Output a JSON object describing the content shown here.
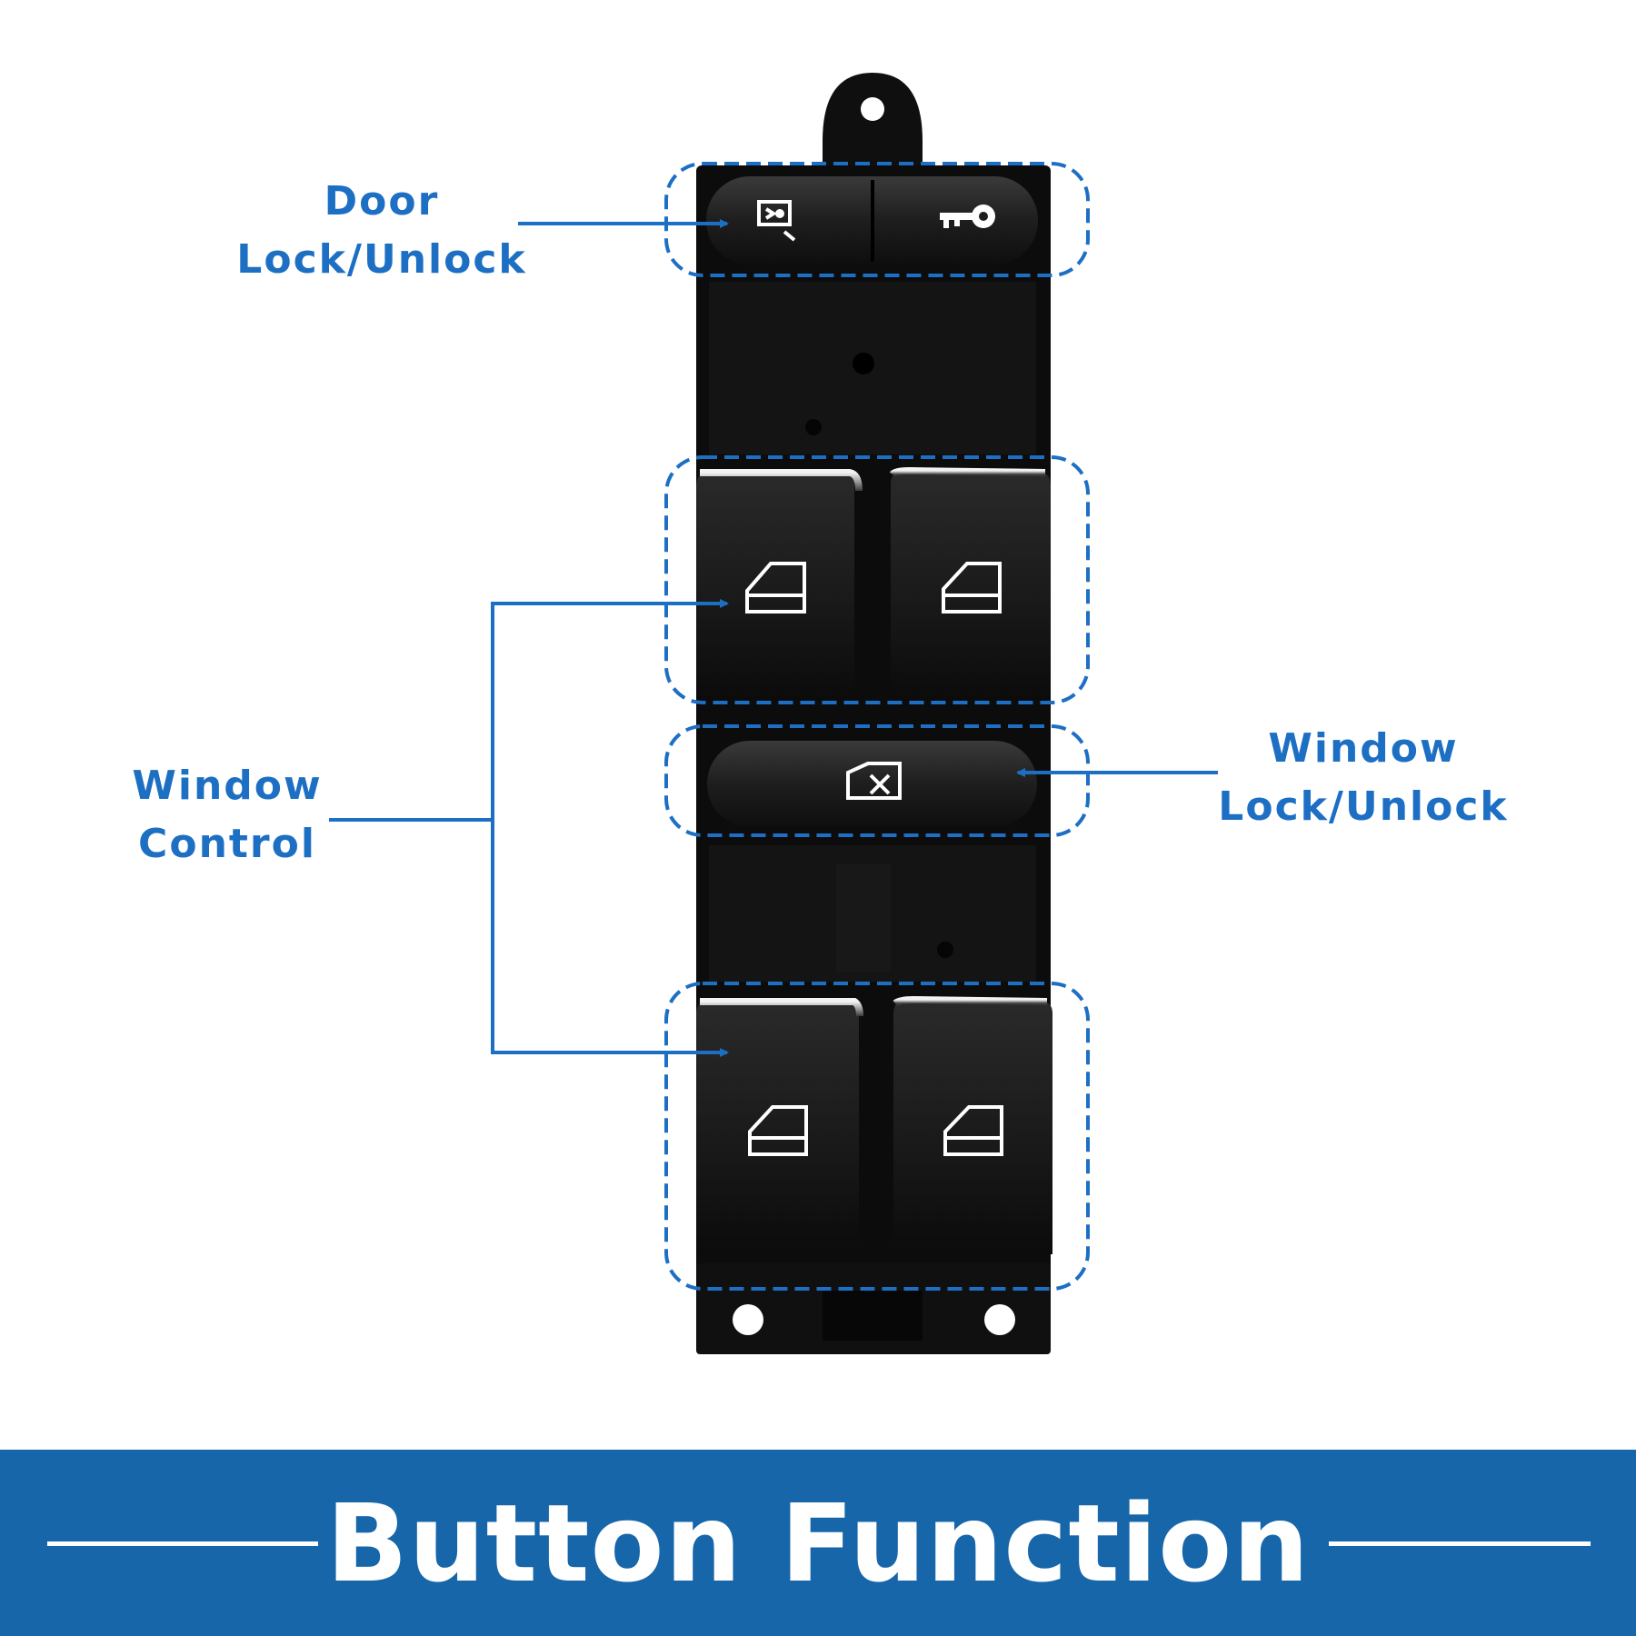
{
  "labels": {
    "door_lock": [
      "Door",
      "Lock/Unlock"
    ],
    "window_control": [
      "Window",
      "Control"
    ],
    "window_lock": [
      "Window",
      "Lock/Unlock"
    ]
  },
  "banner": {
    "title": "Button Function"
  },
  "colors": {
    "accent_blue": "#1d6fc4",
    "banner_blue": "#1766aa",
    "switch_body": "#0d0d0d",
    "button_cap": "#1b1b1b"
  },
  "icons": [
    "door-lock-icon",
    "key-icon",
    "window-switch-icon",
    "window-lock-icon"
  ]
}
